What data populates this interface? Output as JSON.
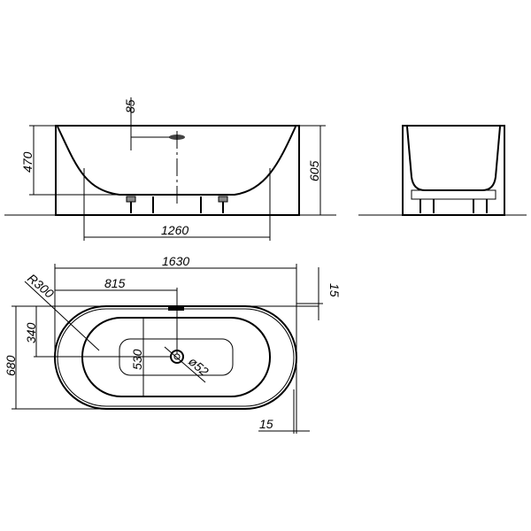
{
  "drawing": {
    "front_view": {
      "dim_height_inner": "470",
      "dim_height_total": "605",
      "dim_overflow": "85",
      "dim_bottom_length": "1260"
    },
    "top_view": {
      "dim_length": "1630",
      "dim_center": "815",
      "dim_width": "680",
      "dim_half_width": "340",
      "dim_inner_width": "530",
      "dim_radius": "R300",
      "dim_drain": "ø52",
      "dim_rim_top": "15",
      "dim_rim_side": "15"
    }
  }
}
